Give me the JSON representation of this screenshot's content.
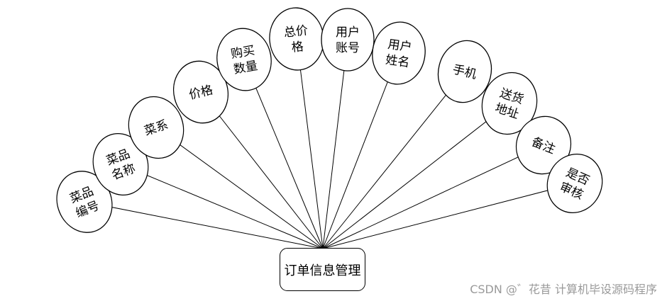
{
  "entity": {
    "label": "订单信息管理"
  },
  "attributes": [
    {
      "id": "dish-id",
      "label": "菜品编号"
    },
    {
      "id": "dish-name",
      "label": "菜品名称"
    },
    {
      "id": "cuisine",
      "label": "菜系"
    },
    {
      "id": "price",
      "label": "价格"
    },
    {
      "id": "quantity",
      "label": "购买数量"
    },
    {
      "id": "total-price",
      "label": "总价格"
    },
    {
      "id": "user-account",
      "label": "用户账号"
    },
    {
      "id": "user-name",
      "label": "用户姓名"
    },
    {
      "id": "phone",
      "label": "手机"
    },
    {
      "id": "address",
      "label": "送货地址"
    },
    {
      "id": "remark",
      "label": "备注"
    },
    {
      "id": "approved",
      "label": "是否审核"
    }
  ],
  "watermark": {
    "text": "CSDN @゛花昔  计算机毕设源码程序"
  }
}
